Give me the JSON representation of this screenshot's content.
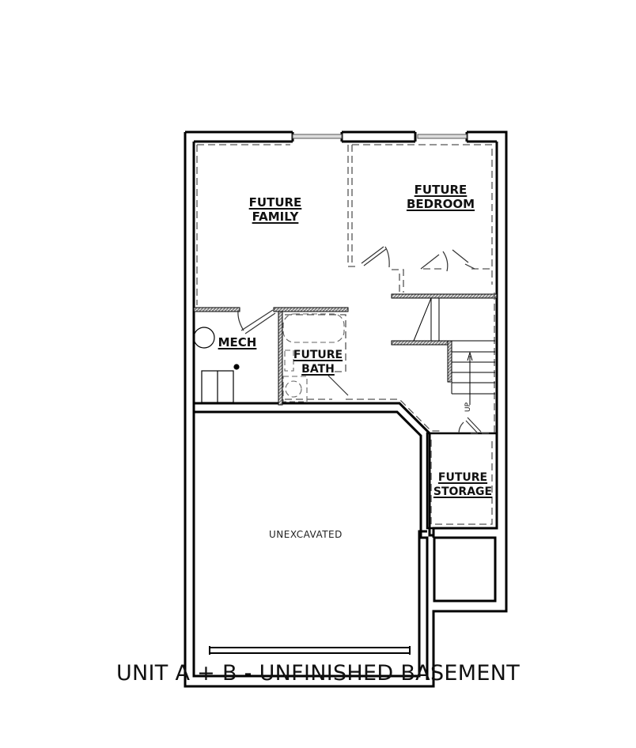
{
  "diagram": {
    "type": "floor_plan",
    "title": "UNIT A + B - UNFINISHED BASEMENT",
    "rooms": [
      {
        "id": "family",
        "line1": "FUTURE",
        "line2": "FAMILY"
      },
      {
        "id": "bedroom",
        "line1": "FUTURE",
        "line2": "BEDROOM"
      },
      {
        "id": "mech",
        "line1": "MECH"
      },
      {
        "id": "bath",
        "line1": "FUTURE",
        "line2": "BATH"
      },
      {
        "id": "storage",
        "line1": "FUTURE",
        "line2": "STORAGE"
      }
    ],
    "areas": {
      "unexcavated": "UNEXCAVATED"
    },
    "stairs": {
      "direction_label": "UP"
    },
    "colors": {
      "wall": "#000000",
      "dashed": "#555555",
      "background": "#ffffff"
    }
  }
}
